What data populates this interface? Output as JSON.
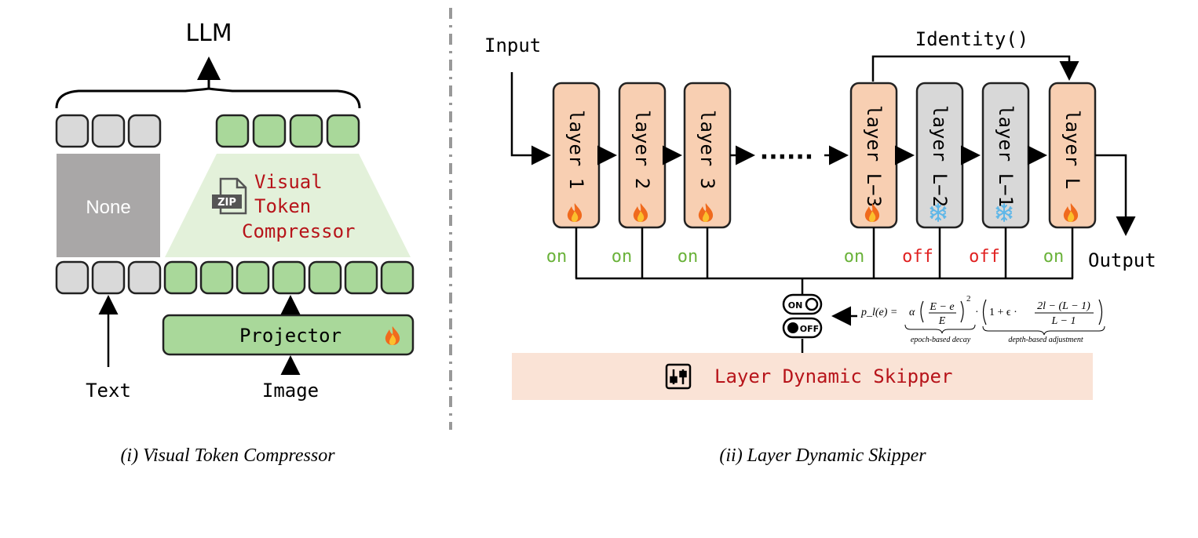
{
  "left_panel": {
    "llm_label": "LLM",
    "none_label": "None",
    "compressor_label_lines": [
      "Visual",
      "Token",
      "Compressor"
    ],
    "zip_label": "ZIP",
    "projector_label": "Projector",
    "text_label": "Text",
    "image_label": "Image",
    "caption": "(i) Visual Token Compressor"
  },
  "right_panel": {
    "input_label": "Input",
    "output_label": "Output",
    "identity_label": "Identity()",
    "ellipsis": "······",
    "layers": [
      {
        "label": "layer 1",
        "state": "on",
        "icon": "fire-icon"
      },
      {
        "label": "layer 2",
        "state": "on",
        "icon": "fire-icon"
      },
      {
        "label": "layer 3",
        "state": "on",
        "icon": "fire-icon"
      },
      {
        "label": "layer L−3",
        "state": "on",
        "icon": "fire-icon"
      },
      {
        "label": "layer L−2",
        "state": "off",
        "icon": "snowflake-icon"
      },
      {
        "label": "layer L−1",
        "state": "off",
        "icon": "snowflake-icon"
      },
      {
        "label": "layer L",
        "state": "on",
        "icon": "fire-icon"
      }
    ],
    "toggle_on_label": "ON",
    "toggle_off_label": "OFF",
    "formula": {
      "lhs": "p_l(e) =",
      "term1_num": "E − e",
      "term1_den": "E",
      "term1_alpha": "α",
      "exponent": "2",
      "dot": "·",
      "term2_prefix": "1 + ϵ ·",
      "term2_num": "2l − (L − 1)",
      "term2_den": "L − 1",
      "brace1_label": "epoch-based decay",
      "brace2_label": "depth-based adjustment"
    },
    "skipper_label": "Layer Dynamic Skipper",
    "caption": "(ii) Layer Dynamic Skipper"
  },
  "colors": {
    "orange_fill": "#f8cfb2",
    "gray_fill": "#d8d8d8",
    "green_fill": "#a9d89a",
    "green_light": "#e3f1da",
    "none_gray": "#a9a7a7",
    "skipper_bg": "#fae3d6",
    "on_text": "#6ab23a",
    "off_text": "#e02020",
    "red_text": "#b7141a"
  }
}
